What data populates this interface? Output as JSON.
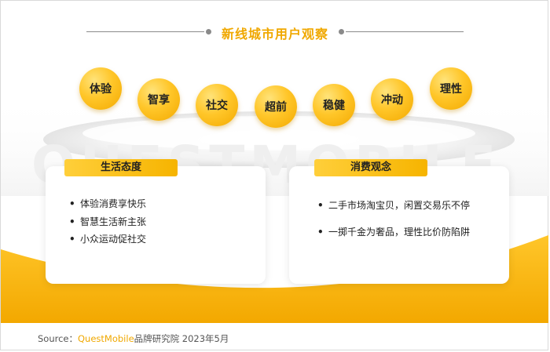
{
  "title": "新线城市用户观察",
  "bubbles": [
    "体验",
    "智享",
    "社交",
    "超前",
    "稳健",
    "冲动",
    "理性"
  ],
  "watermark": "QUESTMOBILE",
  "cards": [
    {
      "heading": "生活态度",
      "items": [
        "体验消费享快乐",
        "智慧生活新主张",
        "小众运动促社交"
      ]
    },
    {
      "heading": "消费观念",
      "items": [
        "二手市场淘宝贝，闲置交易乐不停",
        "一掷千金为奢品，理性比价防陷阱"
      ]
    }
  ],
  "footer": {
    "prefix": "Source：",
    "brand": "QuestMobile",
    "suffix": "品牌研究院 2023年5月"
  },
  "colors": {
    "accent": "#f0a800",
    "bubble": "#ffc629",
    "wave": "#f5b400"
  }
}
